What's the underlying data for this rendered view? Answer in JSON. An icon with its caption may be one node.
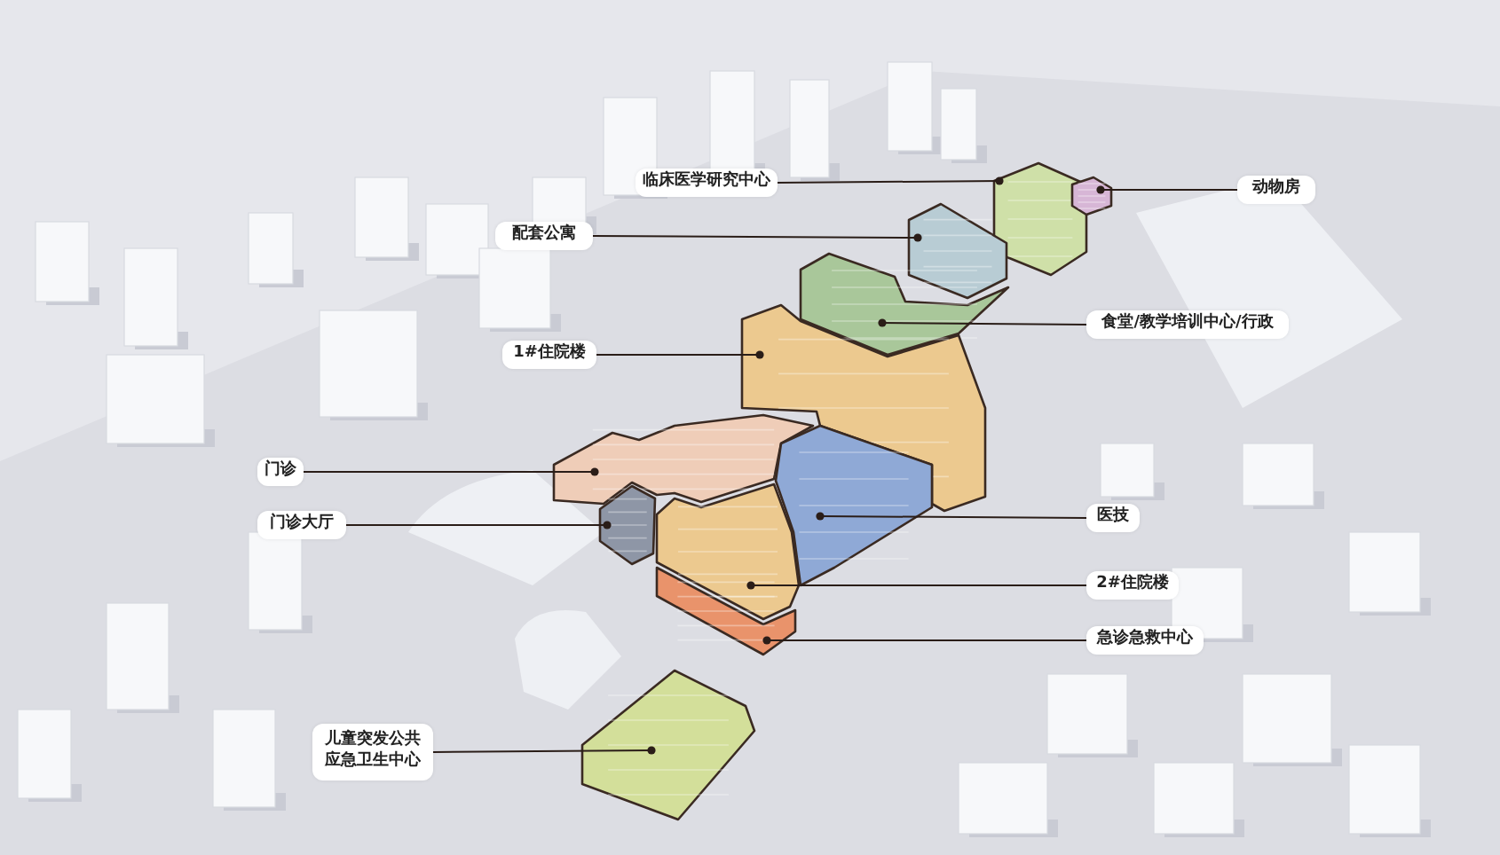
{
  "diagram": {
    "nodes": [
      {
        "text": [
          "临床医学研究中心"
        ]
      },
      {
        "text": [
          "动物房"
        ]
      },
      {
        "text": [
          "配套公寓"
        ]
      },
      {
        "text": [
          "食堂/教学培训中心/行政"
        ]
      },
      {
        "text": [
          "1#住院楼"
        ]
      },
      {
        "text": [
          "门诊"
        ]
      },
      {
        "text": [
          "门诊大厅"
        ]
      },
      {
        "text": [
          "医技"
        ]
      },
      {
        "text": [
          "2#住院楼"
        ]
      },
      {
        "text": [
          "急诊急救中心"
        ]
      },
      {
        "text": [
          "儿童突发公共应急卫生中心"
        ]
      },
      {
        "text": [],
        "shape": "box"
      },
      {
        "text": [],
        "shape": "box"
      },
      {
        "text": [],
        "shape": "box"
      },
      {
        "text": [],
        "shape": "box"
      },
      {
        "text": [],
        "shape": "box"
      },
      {
        "text": [],
        "shape": "box"
      },
      {
        "text": [],
        "shape": "box"
      },
      {
        "text": [],
        "shape": "box"
      },
      {
        "text": [],
        "shape": "box"
      },
      {
        "text": [],
        "shape": "box"
      },
      {
        "text": [],
        "shape": "box"
      }
    ],
    "edges": [
      {
        "from": 0,
        "to": 11,
        "arrow": "other"
      },
      {
        "from": 1,
        "to": 12,
        "arrow": "other"
      },
      {
        "from": 2,
        "to": 13,
        "arrow": "other"
      },
      {
        "from": 3,
        "to": 14,
        "arrow": "other"
      },
      {
        "from": 4,
        "to": 15,
        "arrow": "other"
      },
      {
        "from": 5,
        "to": 16,
        "arrow": "other"
      },
      {
        "from": 6,
        "to": 17,
        "arrow": "other"
      },
      {
        "from": 7,
        "to": 18,
        "arrow": "other"
      },
      {
        "from": 8,
        "to": 19,
        "arrow": "other"
      },
      {
        "from": 9,
        "to": 20,
        "arrow": "other"
      },
      {
        "from": 10,
        "to": 21,
        "arrow": "other"
      }
    ]
  }
}
